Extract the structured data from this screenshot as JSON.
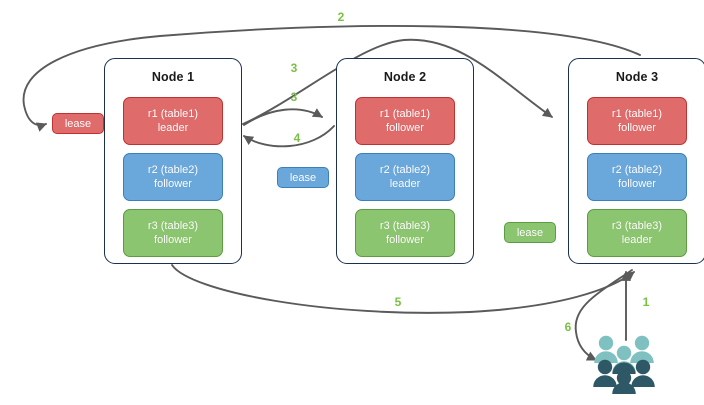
{
  "diagram": {
    "title": "Raft lease / request routing diagram",
    "colors": {
      "replica_red": "#e06b6b",
      "replica_red_border": "#c0322f",
      "replica_blue": "#6aa8dc",
      "replica_blue_border": "#3d7fb8",
      "replica_green": "#8cc56f",
      "replica_green_border": "#5e9c44",
      "node_border": "#1c3050",
      "arrow": "#5a5a5a",
      "step_label": "#7ac143",
      "people_light": "#7fc0c0",
      "people_dark": "#2f5866"
    }
  },
  "nodes": [
    {
      "title": "Node 1",
      "replicas": [
        {
          "name": "r1 (table1)",
          "role": "leader",
          "color": "red"
        },
        {
          "name": "r2 (table2)",
          "role": "follower",
          "color": "blue"
        },
        {
          "name": "r3 (table3)",
          "role": "follower",
          "color": "green"
        }
      ]
    },
    {
      "title": "Node 2",
      "replicas": [
        {
          "name": "r1 (table1)",
          "role": "follower",
          "color": "red"
        },
        {
          "name": "r2 (table2)",
          "role": "leader",
          "color": "blue"
        },
        {
          "name": "r3 (table3)",
          "role": "follower",
          "color": "green"
        }
      ]
    },
    {
      "title": "Node 3",
      "replicas": [
        {
          "name": "r1 (table1)",
          "role": "follower",
          "color": "red"
        },
        {
          "name": "r2 (table2)",
          "role": "follower",
          "color": "blue"
        },
        {
          "name": "r3 (table3)",
          "role": "leader",
          "color": "green"
        }
      ]
    }
  ],
  "leases": [
    {
      "label": "lease",
      "color": "red"
    },
    {
      "label": "lease",
      "color": "blue"
    },
    {
      "label": "lease",
      "color": "green"
    }
  ],
  "steps": [
    {
      "label": "1",
      "desc": "client request to Node 3"
    },
    {
      "label": "2",
      "desc": "lease lookup returns r1 lease"
    },
    {
      "label": "3",
      "desc": "route to r1 leader on Node 1"
    },
    {
      "label": "3",
      "desc": "forward between r1 replicas"
    },
    {
      "label": "4",
      "desc": "response back to Node 1 r1 leader"
    },
    {
      "label": "5",
      "desc": "result returned to Node 3"
    },
    {
      "label": "6",
      "desc": "response delivered to clients"
    }
  ],
  "people": {
    "label": "clients",
    "count": 5
  }
}
